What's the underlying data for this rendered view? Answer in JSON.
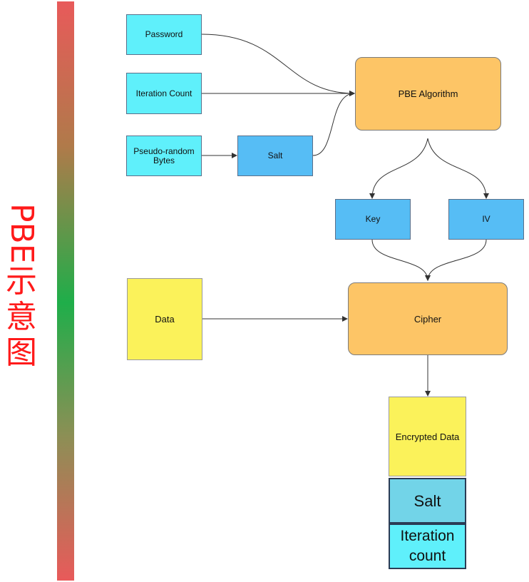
{
  "side_title": {
    "latin": "PBE",
    "cjk": "示意图"
  },
  "bar_mark": "",
  "nodes": {
    "password": "Password",
    "iteration_count": "Iteration Count",
    "pseudo_random": "Pseudo-random Bytes",
    "salt": "Salt",
    "pbe_algorithm": "PBE Algorithm",
    "key": "Key",
    "iv": "IV",
    "data": "Data",
    "cipher": "Cipher",
    "encrypted_data": "Encrypted Data",
    "salt_big": "Salt",
    "iteration_count_big": "Iteration count"
  },
  "colors": {
    "input": "#5ff0fb",
    "derived": "#56bdf5",
    "process": "#fdc566",
    "data": "#fbf25a",
    "side_title": "#ff1a1a"
  }
}
